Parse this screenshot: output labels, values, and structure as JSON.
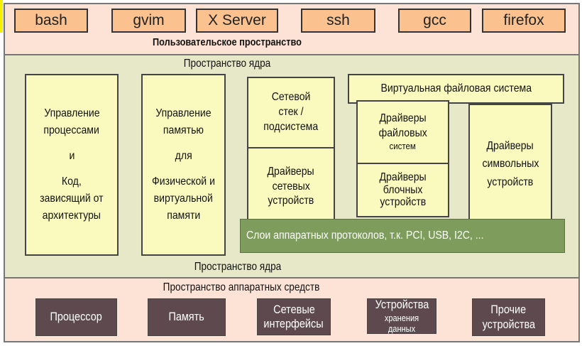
{
  "user_space": {
    "label": "Пользовательское пространство",
    "apps": [
      "bash",
      "gvim",
      "X Server",
      "ssh",
      "gcc",
      "firefox"
    ]
  },
  "kernel_space": {
    "label_top": "Пространство ядра",
    "label_bottom": "Пространство ядра",
    "process_mgmt": [
      "Управление",
      "процессами",
      "и",
      "Код,",
      "зависящий от",
      "архитектуры"
    ],
    "memory_mgmt": [
      "Управление",
      "памятью",
      "для",
      "Физической и",
      "виртуальной",
      "памяти"
    ],
    "net_stack": [
      "Сетевой",
      "стек /",
      "подсистема"
    ],
    "net_drivers": [
      "Драйверы",
      "сетевых",
      "устройств"
    ],
    "vfs": "Виртуальная файловая система",
    "fs_drivers": [
      "Драйверы",
      "файловых",
      "систем"
    ],
    "block_drivers": [
      "Драйверы",
      "блочных",
      "устройств"
    ],
    "char_drivers": [
      "Драйверы",
      "символьных",
      "устройств"
    ],
    "hw_protocols": "Слои аппаратных протоколов, т.к. PCI, USB, I2C, ..."
  },
  "hardware_space": {
    "label": "Пространство аппаратных средств",
    "devices": [
      [
        "Процессор"
      ],
      [
        "Память"
      ],
      [
        "Сетевые",
        "интерфейсы"
      ],
      [
        "Устройства",
        "хранения данных"
      ],
      [
        "Прочие",
        "устройства"
      ]
    ]
  }
}
